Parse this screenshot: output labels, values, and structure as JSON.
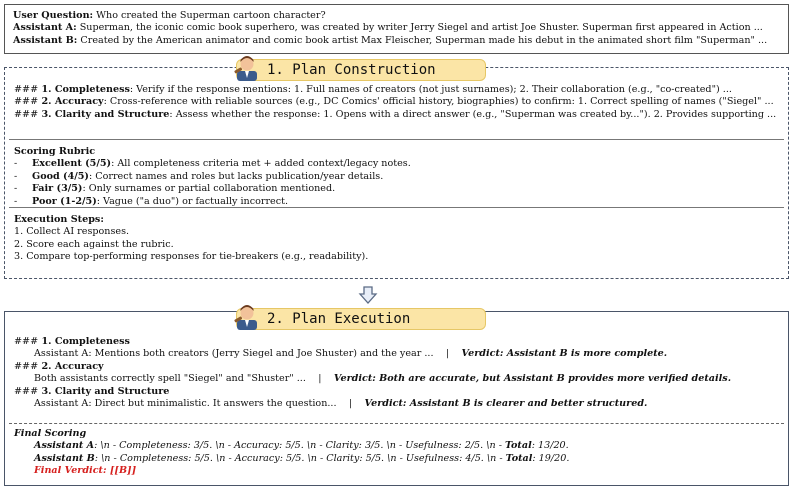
{
  "question": {
    "user_label": "User Question:",
    "user_text": " Who created the Superman cartoon character?",
    "a_label": "Assistant A:",
    "a_text": " Superman, the iconic comic book superhero, was created by writer Jerry Siegel and artist Joe Shuster. Superman first appeared in Action ...",
    "b_label": "Assistant B:",
    "b_text": " Created by the American animator and comic book artist Max Fleischer, Superman made his debut in the animated short film \"Superman\" ..."
  },
  "plan": {
    "title": "1. Plan Construction",
    "criteria": [
      {
        "hash": "###",
        "name": " 1. Completeness",
        "text": ": Verify if the response mentions:  1. Full names of creators (not just surnames); 2. Their collaboration (e.g., \"co-created\") ..."
      },
      {
        "hash": "###",
        "name": " 2. Accuracy",
        "text": ": Cross-reference with reliable sources (e.g., DC Comics' official history, biographies) to confirm: 1. Correct spelling of names (\"Siegel\" ..."
      },
      {
        "hash": "###",
        "name": " 3. Clarity and Structure",
        "text": ": Assess whether the response: 1. Opens with a direct answer (e.g., \"Superman was created by...\"). 2. Provides supporting ..."
      }
    ],
    "rubric_title": "Scoring Rubric",
    "rubric": [
      {
        "grade": "Excellent (5/5)",
        "text": ": All completeness criteria met + added context/legacy notes."
      },
      {
        "grade": "Good (4/5)",
        "text": ": Correct names and roles but lacks publication/year details."
      },
      {
        "grade": "Fair (3/5)",
        "text": ": Only surnames or partial collaboration mentioned."
      },
      {
        "grade": "Poor (1-2/5)",
        "text": ": Vague (\"a duo\") or factually incorrect."
      }
    ],
    "steps_title": "Execution Steps:",
    "steps": [
      "1. Collect AI responses.",
      "2. Score each against the rubric.",
      "3. Compare top-performing responses for tie-breakers (e.g., readability)."
    ]
  },
  "execution": {
    "title": "2. Plan Execution",
    "items": [
      {
        "hash": "###",
        "name": " 1. Completeness",
        "detail": "Assistant A: Mentions both creators (Jerry Siegel and Joe Shuster) and the year ...",
        "sep": "|",
        "verdict": "Verdict: Assistant B is more complete."
      },
      {
        "hash": "###",
        "name": " 2. Accuracy",
        "detail": "Both assistants correctly spell \"Siegel\" and \"Shuster\" ...",
        "sep": "|",
        "verdict": "Verdict: Both are accurate, but Assistant B provides more verified details."
      },
      {
        "hash": "###",
        "name": " 3. Clarity and Structure",
        "detail": "Assistant A: Direct but minimalistic. It answers the question...",
        "sep": "|",
        "verdict": "Verdict: Assistant B is clearer and better structured."
      }
    ],
    "final_title": "Final Scoring",
    "final_a_label": "Assistant A",
    "final_a_pre": ": \\n - Completeness: 3/5. \\n - Accuracy: 5/5. \\n - Clarity: 3/5. \\n - Usefulness: 2/5. \\n - ",
    "final_a_total_label": "Total",
    "final_a_total": ": 13/20.",
    "final_b_label": "Assistant B",
    "final_b_pre": ": \\n - Completeness: 5/5. \\n - Accuracy: 5/5. \\n - Clarity: 5/5. \\n - Usefulness: 4/5. \\n - ",
    "final_b_total_label": "Total",
    "final_b_total": ": 19/20.",
    "final_verdict": "Final Verdict: [[B]]"
  },
  "colors": {
    "banner_bg": "#fbe5a6",
    "verdict_red": "#d6201e",
    "border": "#4a5568"
  },
  "icons": [
    "judge-avatar-icon",
    "arrow-down-icon"
  ]
}
